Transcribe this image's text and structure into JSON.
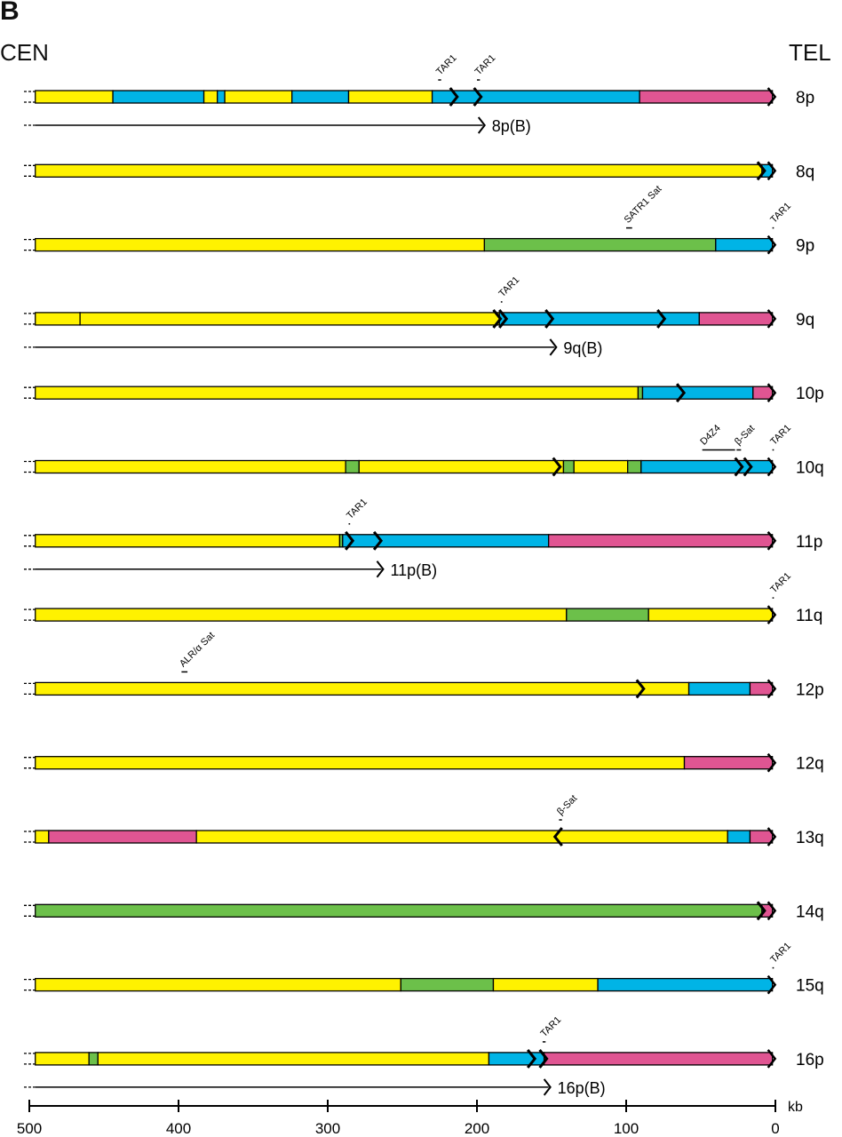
{
  "panel_label": "B",
  "left_label": "CEN",
  "right_label": "TEL",
  "colors": {
    "yellow": "#fff200",
    "blue": "#00b4e6",
    "pink": "#e05592",
    "green": "#6cc04a"
  },
  "axis": {
    "unit": "kb",
    "min": 0,
    "max": 500,
    "ticks": [
      "500",
      "400",
      "300",
      "200",
      "100",
      "0"
    ]
  },
  "tracks": [
    {
      "name": "8p",
      "segments": [
        [
          496,
          444,
          "yellow"
        ],
        [
          444,
          383,
          "blue"
        ],
        [
          383,
          374,
          "yellow"
        ],
        [
          374,
          369,
          "blue"
        ],
        [
          369,
          324,
          "yellow"
        ],
        [
          324,
          286,
          "blue"
        ],
        [
          286,
          230,
          "yellow"
        ],
        [
          230,
          91,
          "blue"
        ],
        [
          91,
          2,
          "pink"
        ]
      ],
      "chevrons": [
        [
          215,
          "r"
        ],
        [
          199,
          "r"
        ]
      ],
      "annotations": [
        {
          "text": "TAR1",
          "from": 226,
          "to": 224
        },
        {
          "text": "TAR1",
          "from": 200,
          "to": 198
        }
      ],
      "sub": {
        "name": "8p(B)",
        "end": 196
      }
    },
    {
      "name": "8q",
      "segments": [
        [
          496,
          9,
          "yellow"
        ],
        [
          9,
          2,
          "blue"
        ]
      ],
      "chevrons": [
        [
          9,
          "r"
        ]
      ],
      "annotations": []
    },
    {
      "name": "9p",
      "segments": [
        [
          496,
          195,
          "yellow"
        ],
        [
          195,
          40,
          "green"
        ],
        [
          40,
          2,
          "blue"
        ]
      ],
      "chevrons": [],
      "annotations": [
        {
          "text": "SATR1 Sat",
          "from": 100,
          "to": 96
        },
        {
          "text": "TAR1",
          "from": 2,
          "to": 1
        }
      ]
    },
    {
      "name": "9q",
      "segments": [
        [
          496,
          466,
          "yellow"
        ],
        [
          466,
          185,
          "yellow"
        ],
        [
          185,
          51,
          "blue"
        ],
        [
          51,
          2,
          "pink"
        ]
      ],
      "chevrons": [
        [
          186,
          "r"
        ],
        [
          182,
          "r"
        ],
        [
          151,
          "r"
        ],
        [
          76,
          "r"
        ]
      ],
      "annotations": [
        {
          "text": "TAR1",
          "from": 184,
          "to": 183
        }
      ],
      "sub": {
        "name": "9q(B)",
        "end": 148
      }
    },
    {
      "name": "10p",
      "segments": [
        [
          496,
          92,
          "yellow"
        ],
        [
          92,
          89,
          "green"
        ],
        [
          89,
          15,
          "blue"
        ],
        [
          15,
          2,
          "pink"
        ]
      ],
      "chevrons": [
        [
          63,
          "r"
        ]
      ],
      "annotations": []
    },
    {
      "name": "10q",
      "segments": [
        [
          496,
          288,
          "yellow"
        ],
        [
          288,
          279,
          "green"
        ],
        [
          279,
          142,
          "yellow"
        ],
        [
          142,
          135,
          "green"
        ],
        [
          135,
          99,
          "yellow"
        ],
        [
          99,
          90,
          "green"
        ],
        [
          90,
          2,
          "blue"
        ]
      ],
      "chevrons": [
        [
          146,
          "r"
        ],
        [
          24,
          "r"
        ],
        [
          18,
          "r"
        ]
      ],
      "annotations": [
        {
          "text": "D4Z4",
          "from": 49,
          "to": 27
        },
        {
          "text": "β-Sat",
          "from": 26,
          "to": 23
        },
        {
          "text": "TAR1",
          "from": 2,
          "to": 1
        }
      ]
    },
    {
      "name": "11p",
      "segments": [
        [
          496,
          292,
          "yellow"
        ],
        [
          292,
          290,
          "green"
        ],
        [
          290,
          152,
          "blue"
        ],
        [
          152,
          2,
          "pink"
        ]
      ],
      "chevrons": [
        [
          285,
          "r"
        ],
        [
          266,
          "r"
        ]
      ],
      "annotations": [
        {
          "text": "TAR1",
          "from": 286,
          "to": 285
        }
      ],
      "sub": {
        "name": "11p(B)",
        "end": 264
      }
    },
    {
      "name": "11q",
      "segments": [
        [
          496,
          140,
          "yellow"
        ],
        [
          140,
          85,
          "green"
        ],
        [
          85,
          2,
          "yellow"
        ]
      ],
      "chevrons": [],
      "annotations": [
        {
          "text": "TAR1",
          "from": 2,
          "to": 1
        }
      ]
    },
    {
      "name": "12p",
      "segments": [
        [
          496,
          58,
          "yellow"
        ],
        [
          58,
          17,
          "blue"
        ],
        [
          17,
          2,
          "pink"
        ]
      ],
      "chevrons": [
        [
          90,
          "r"
        ]
      ],
      "annotations": [
        {
          "text": "ALR/α Sat",
          "from": 398,
          "to": 394
        }
      ]
    },
    {
      "name": "12q",
      "segments": [
        [
          496,
          61,
          "yellow"
        ],
        [
          61,
          2,
          "pink"
        ]
      ],
      "chevrons": [],
      "annotations": []
    },
    {
      "name": "13q",
      "segments": [
        [
          496,
          487,
          "yellow"
        ],
        [
          487,
          388,
          "pink"
        ],
        [
          388,
          32,
          "yellow"
        ],
        [
          32,
          17,
          "blue"
        ],
        [
          17,
          2,
          "pink"
        ]
      ],
      "chevrons": [
        [
          146,
          "l"
        ]
      ],
      "annotations": [
        {
          "text": "β-Sat",
          "from": 145,
          "to": 143
        }
      ]
    },
    {
      "name": "14q",
      "segments": [
        [
          496,
          9,
          "green"
        ],
        [
          9,
          2,
          "pink"
        ]
      ],
      "chevrons": [
        [
          9,
          "r"
        ]
      ],
      "annotations": []
    },
    {
      "name": "15q",
      "segments": [
        [
          496,
          251,
          "yellow"
        ],
        [
          251,
          189,
          "green"
        ],
        [
          189,
          119,
          "yellow"
        ],
        [
          119,
          2,
          "blue"
        ]
      ],
      "chevrons": [],
      "annotations": [
        {
          "text": "TAR1",
          "from": 2,
          "to": 1
        }
      ]
    },
    {
      "name": "16p",
      "segments": [
        [
          496,
          460,
          "yellow"
        ],
        [
          460,
          454,
          "green"
        ],
        [
          454,
          192,
          "yellow"
        ],
        [
          192,
          155,
          "blue"
        ],
        [
          155,
          2,
          "pink"
        ]
      ],
      "chevrons": [
        [
          163,
          "r"
        ],
        [
          155,
          "r"
        ]
      ],
      "annotations": [
        {
          "text": "TAR1",
          "from": 156,
          "to": 154
        }
      ],
      "sub": {
        "name": "16p(B)",
        "end": 152
      }
    }
  ]
}
